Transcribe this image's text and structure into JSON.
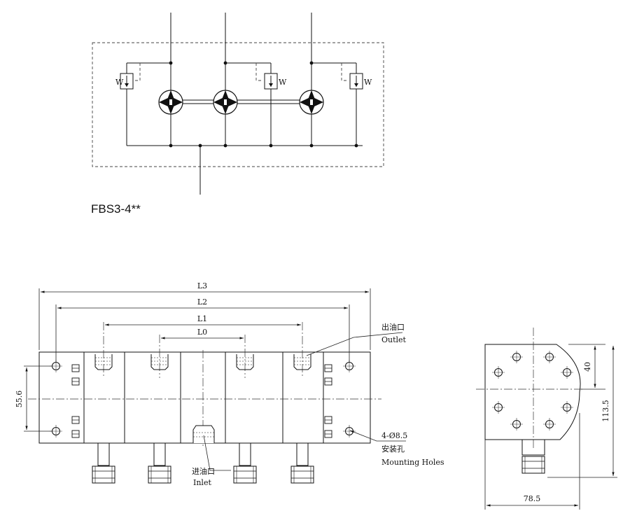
{
  "model": "FBS3-4**",
  "dimensions": {
    "L0": "L0",
    "L1": "L1",
    "L2": "L2",
    "L3": "L3",
    "height_55_6": "55.6",
    "height_40": "40",
    "height_113_5": "113.5",
    "width_78_5": "78.5",
    "hole_spec": "4-Ø8.5"
  },
  "labels": {
    "outlet_cn": "出油口",
    "outlet_en": "Outlet",
    "inlet_cn": "进油口",
    "inlet_en": "Inlet",
    "mounting_cn": "安装孔",
    "mounting_en": "Mounting Holes",
    "spring_mark": "W"
  }
}
